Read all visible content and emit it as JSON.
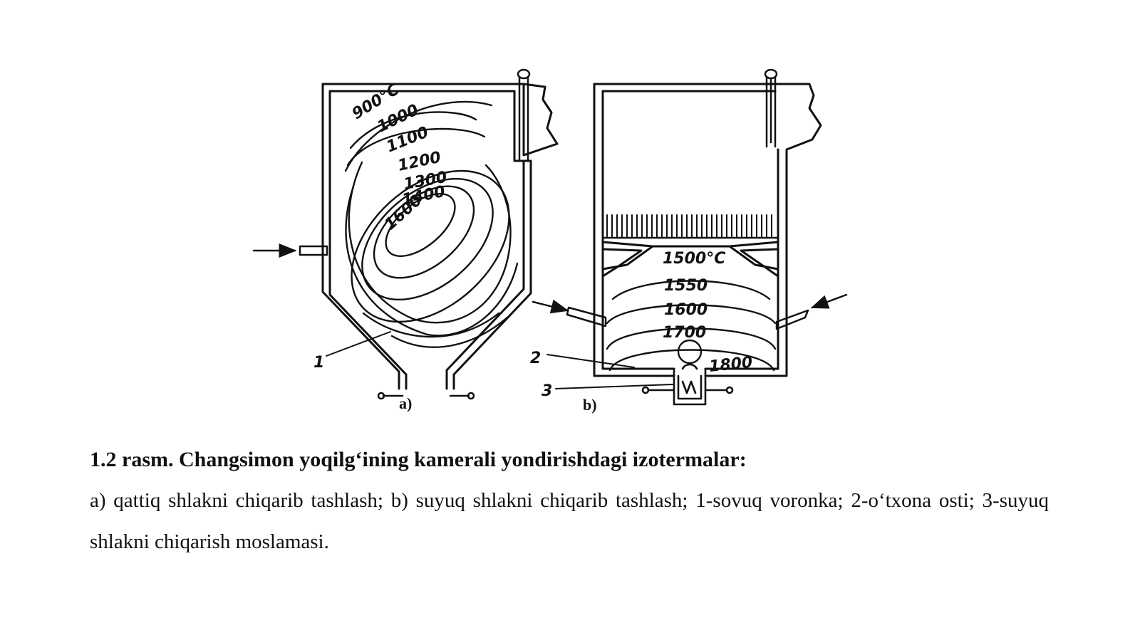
{
  "diagram": {
    "panel_a": {
      "label": "a)",
      "callout": "1",
      "isotherms": [
        "900°C",
        "1000",
        "1100",
        "1200",
        "1300",
        "1400",
        "1600"
      ]
    },
    "panel_b": {
      "label": "b)",
      "callouts": [
        "2",
        "3"
      ],
      "isotherms": [
        "1500°C",
        "1550",
        "1600",
        "1700",
        "1800"
      ]
    }
  },
  "caption": {
    "title": "1.2 rasm. Changsimon yoqilg‘ining kamerali yondirishdagi izotermalar:",
    "body": "a) qattiq shlakni chiqarib tashlash; b) suyuq shlakni chiqarib tashlash; 1-sovuq voronka; 2-o‘txona osti; 3-suyuq shlakni chiqarish moslamasi."
  }
}
